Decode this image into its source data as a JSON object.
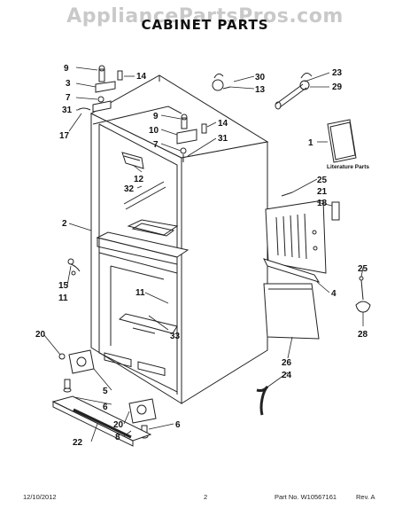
{
  "watermark": "AppliancePartsPros.com",
  "title": "CABINET PARTS",
  "literature_label": "Literature Parts",
  "callouts": {
    "c9a": "9",
    "c14a": "14",
    "c3": "3",
    "c7a": "7",
    "c31a": "31",
    "c17": "17",
    "c30": "30",
    "c13": "13",
    "c23": "23",
    "c29": "29",
    "c9b": "9",
    "c14b": "14",
    "c10": "10",
    "c7b": "7",
    "c31b": "31",
    "c1": "1",
    "c12": "12",
    "c32": "32",
    "c25a": "25",
    "c21": "21",
    "c18": "18",
    "c2": "2",
    "c15": "15",
    "c11a": "11",
    "c11b": "11",
    "c33": "33",
    "c4": "4",
    "c25b": "25",
    "c28": "28",
    "c26": "26",
    "c24": "24",
    "c20a": "20",
    "c5": "5",
    "c6a": "6",
    "c20b": "20",
    "c8": "8",
    "c22": "22",
    "c6b": "6"
  },
  "footer": {
    "date": "12/10/2012",
    "page": "2",
    "part_number": "Part No. W10567161",
    "rev": "Rev. A"
  }
}
